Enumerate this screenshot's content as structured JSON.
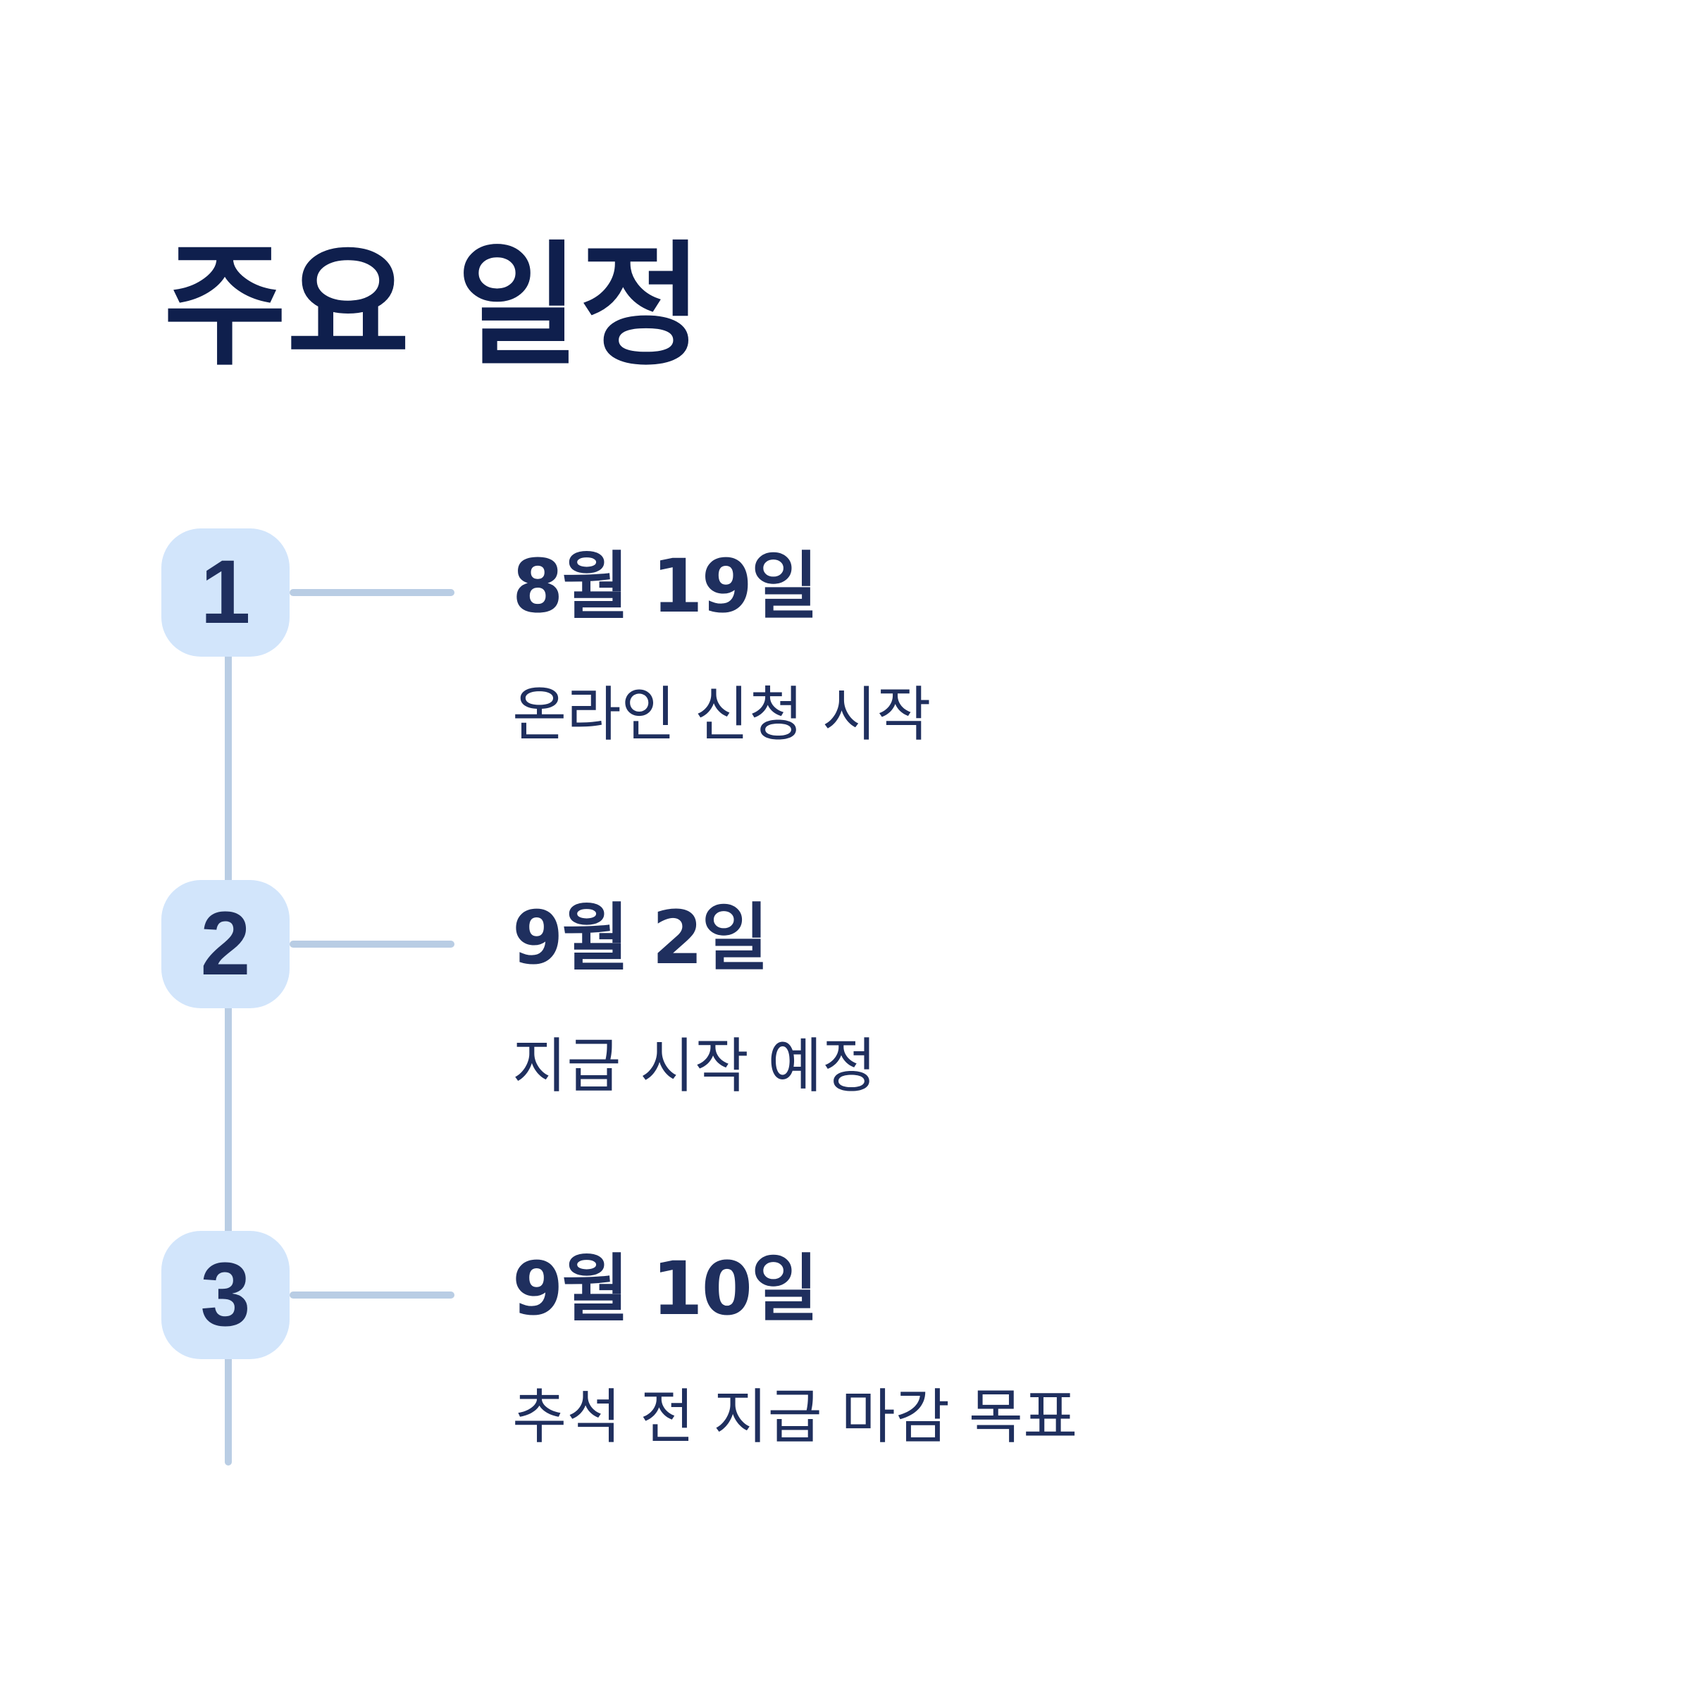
{
  "title": "주요 일정",
  "colors": {
    "title": "#0f1f4d",
    "text": "#1f2f5e",
    "badge_fill": "#d2e5fb",
    "line": "#b9cde4",
    "background": "#ffffff"
  },
  "steps": [
    {
      "number": "1",
      "date": "8월 19일",
      "description": "온라인 신청 시작"
    },
    {
      "number": "2",
      "date": "9월 2일",
      "description": "지급 시작 예정"
    },
    {
      "number": "3",
      "date": "9월 10일",
      "description": "추석 전 지급 마감 목표"
    }
  ]
}
